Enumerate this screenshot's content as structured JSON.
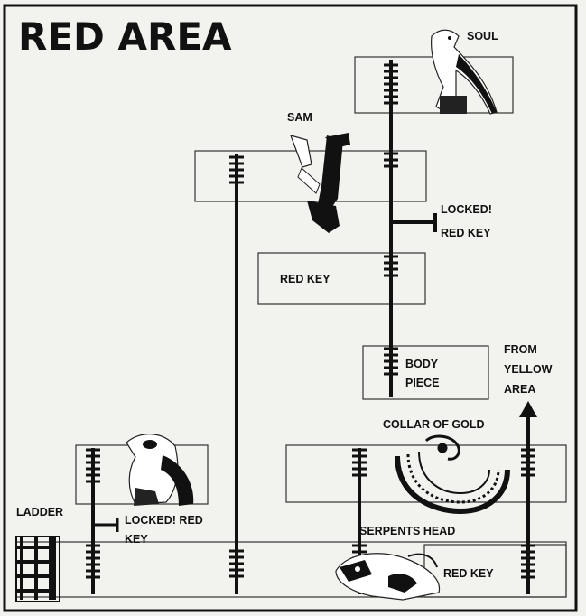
{
  "title": "RED AREA",
  "labels": {
    "soul": "SOUL",
    "sam": "SAM",
    "locked_upper_1": "LOCKED!",
    "locked_upper_2": "RED KEY",
    "red_key_mid": "RED KEY",
    "body_piece_1": "BODY",
    "body_piece_2": "PIECE",
    "from_yellow_1": "FROM",
    "from_yellow_2": "YELLOW",
    "from_yellow_3": "AREA",
    "collar_of_gold": "COLLAR OF GOLD",
    "ladder": "LADDER",
    "locked_lower_1": "LOCKED! RED",
    "locked_lower_2": "KEY",
    "serpents_head": "SERPENTS HEAD",
    "red_key_bottom": "RED KEY"
  },
  "icons": {
    "soul": "bird-creature-icon",
    "sam": "robot-arm-icon",
    "gorilla": "gorilla-creature-icon",
    "collar": "collar-of-gold-icon",
    "serpent": "serpent-head-icon",
    "ladder": "ladder-icon"
  },
  "colors": {
    "background": "#f2f2ef",
    "ink": "#111111"
  }
}
